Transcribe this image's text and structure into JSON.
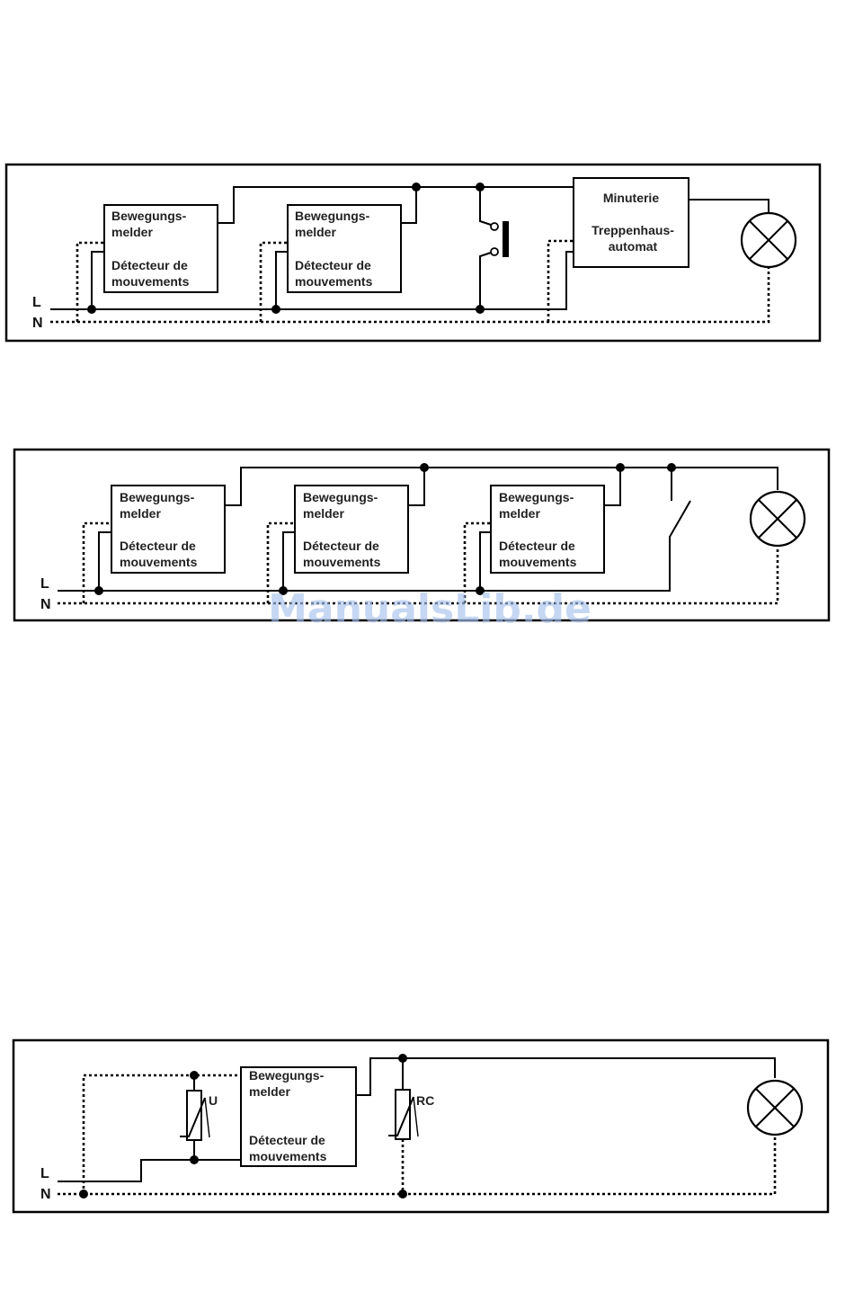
{
  "rail_labels": {
    "line": "L",
    "neutral": "N"
  },
  "detector": {
    "name_de": [
      "Bewegungs-",
      "melder"
    ],
    "name_fr": [
      "Détecteur de",
      "mouvements"
    ]
  },
  "timer": {
    "name_fr": "Minuterie",
    "name_de": [
      "Treppenhaus-",
      "automat"
    ]
  },
  "components": {
    "varistor_u": "U",
    "varistor_rc": "RC"
  },
  "watermark": "ManualsLib.de"
}
